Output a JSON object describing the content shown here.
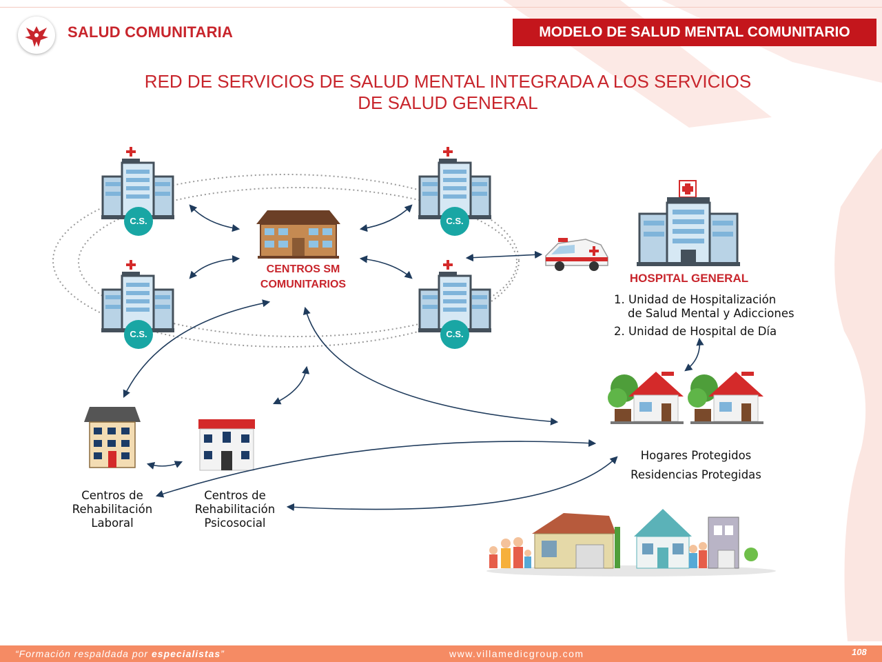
{
  "header": {
    "brand": "SALUD COMUNITARIA",
    "module": "MODELO DE SALUD MENTAL COMUNITARIO"
  },
  "title": {
    "line1": "RED DE SERVICIOS DE SALUD MENTAL INTEGRADA A LOS SERVICIOS",
    "line2": "DE SALUD GENERAL"
  },
  "nodes": {
    "cs_badge": "C.S.",
    "centros_sm": {
      "line1": "CENTROS SM",
      "line2": "COMUNITARIOS"
    },
    "hospital": {
      "title": "HOSPITAL GENERAL",
      "items": [
        {
          "line1": "1. Unidad de Hospitalización",
          "line2": "de Salud Mental y Adicciones"
        },
        {
          "line1": "2. Unidad de Hospital de Día",
          "line2": ""
        }
      ]
    },
    "hogares": {
      "line1": "Hogares Protegidos",
      "line2": "Residencias Protegidas"
    },
    "laboral": {
      "line1": "Centros de",
      "line2": "Rehabilitación",
      "line3": "Laboral"
    },
    "psicosocial": {
      "line1": "Centros de",
      "line2": "Rehabilitación",
      "line3": "Psicosocial"
    }
  },
  "footer": {
    "slogan_prefix": "“Formación respaldada por ",
    "slogan_bold": "especialistas",
    "slogan_suffix": "”",
    "website": "www.villamedicgroup.com",
    "page": "108"
  },
  "colors": {
    "brand_red": "#c8252c",
    "module_bg": "#c4161c",
    "cs_teal": "#19a6a4",
    "arrow_blue": "#1f3b5c",
    "footer_orange": "#f58b64"
  },
  "icons": [
    "phoenix-logo-icon",
    "health-center-building-icon",
    "community-center-building-icon",
    "ambulance-icon",
    "hospital-building-icon",
    "protected-home-icon",
    "rehab-center-building-icon",
    "families-houses-illustration"
  ]
}
